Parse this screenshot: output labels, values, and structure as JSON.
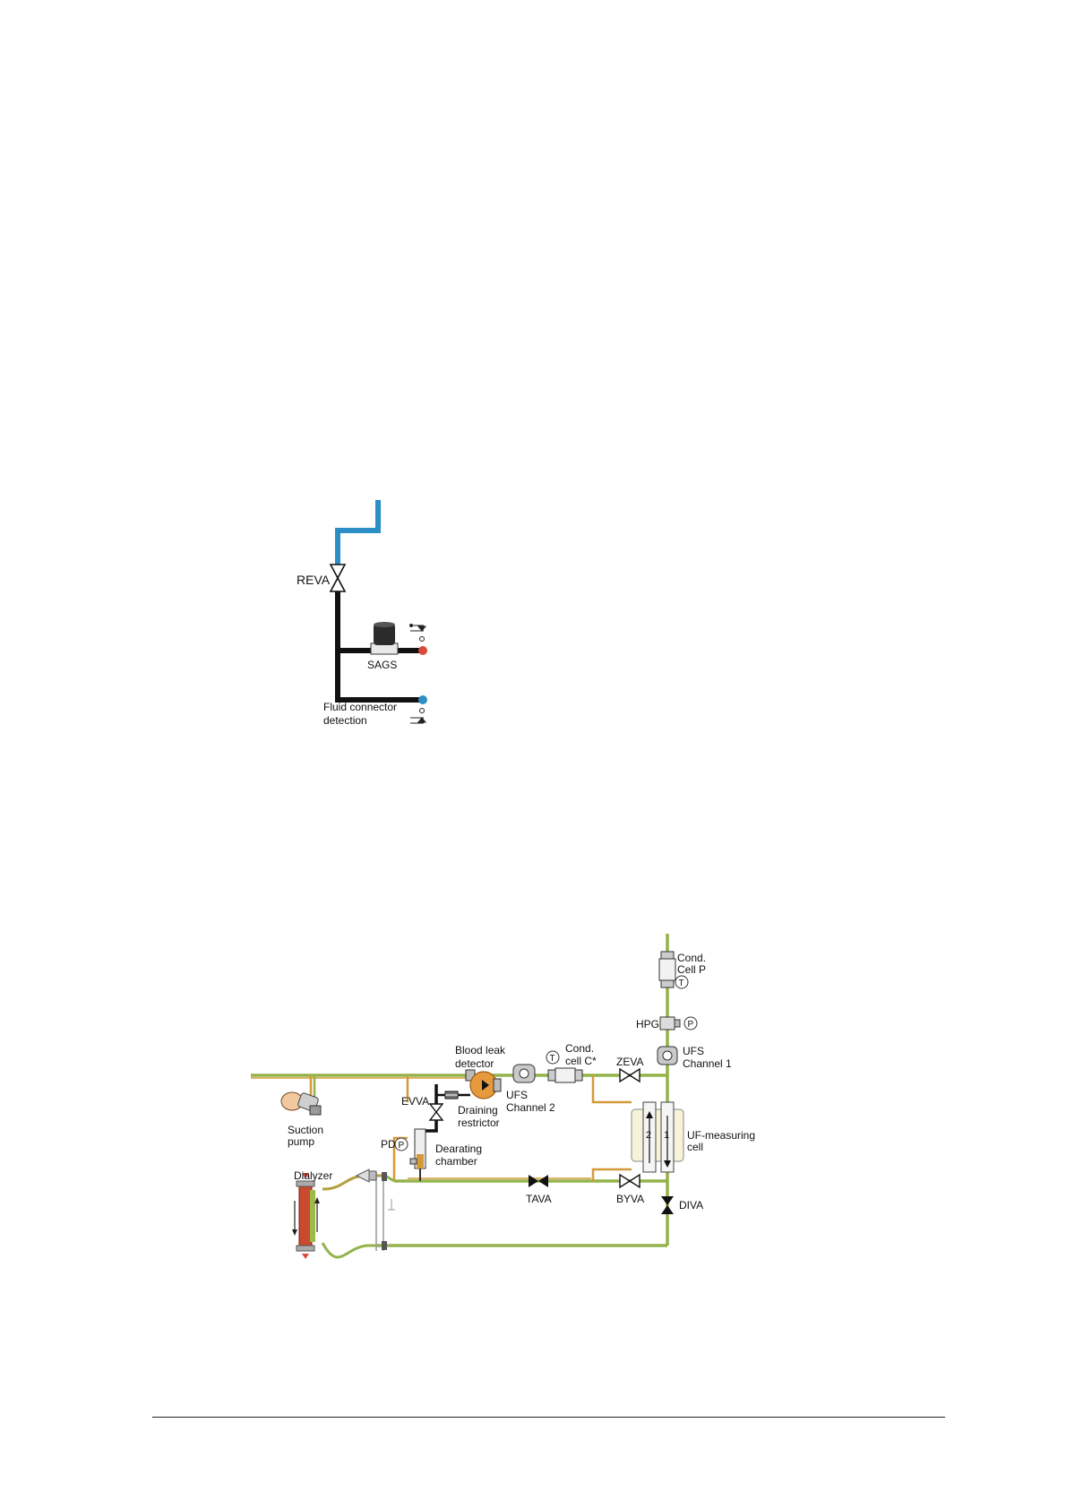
{
  "diagram1": {
    "labels": {
      "reva": "REVA",
      "sags": "SAGS",
      "fluid_connector_1": "Fluid connector",
      "fluid_connector_2": "detection"
    }
  },
  "diagram2": {
    "labels": {
      "cond_cell_p_1": "Cond.",
      "cond_cell_p_2": "Cell P",
      "t_symbol": "T",
      "p_symbol": "P",
      "hpg": "HPG",
      "ufs_ch1_1": "UFS",
      "ufs_ch1_2": "Channel 1",
      "blood_leak_1": "Blood leak",
      "blood_leak_2": "detector",
      "cond_cell_c_1": "Cond.",
      "cond_cell_c_2": "cell C*",
      "zeva": "ZEVA",
      "evva": "EVVA",
      "ufs_ch2_1": "UFS",
      "ufs_ch2_2": "Channel 2",
      "draining_1": "Draining",
      "draining_2": "restrictor",
      "suction_1": "Suction",
      "suction_2": "pump",
      "pd": "PD",
      "dearating_1": "Dearating",
      "dearating_2": "chamber",
      "uf_measuring_1": "UF-measuring",
      "uf_measuring_2": "cell",
      "chamber_2": "2",
      "chamber_1": "1",
      "dialyzer": "Dialyzer",
      "tava": "TAVA",
      "byva": "BYVA",
      "diva": "DIVA"
    }
  },
  "colors": {
    "blue_line": "#2b8fc6",
    "black_line": "#111111",
    "green_line": "#93b34a",
    "orange_line": "#d49a3a",
    "red_dot": "#d84a3a",
    "blue_dot": "#2b8fc6"
  }
}
